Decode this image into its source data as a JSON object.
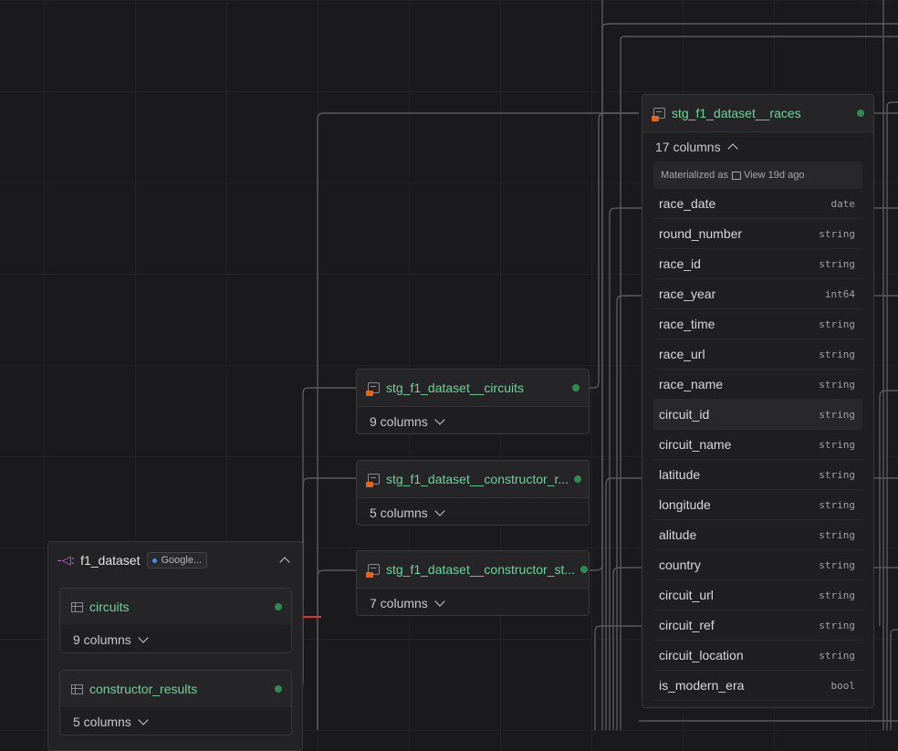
{
  "races": {
    "title": "stg_f1_dataset__races",
    "columns_label": "17 columns",
    "materialized_prefix": "Materialized as",
    "materialized_value": "View 19d ago",
    "columns": [
      {
        "name": "race_date",
        "type": "date"
      },
      {
        "name": "round_number",
        "type": "string"
      },
      {
        "name": "race_id",
        "type": "string"
      },
      {
        "name": "race_year",
        "type": "int64"
      },
      {
        "name": "race_time",
        "type": "string"
      },
      {
        "name": "race_url",
        "type": "string"
      },
      {
        "name": "race_name",
        "type": "string"
      },
      {
        "name": "circuit_id",
        "type": "string"
      },
      {
        "name": "circuit_name",
        "type": "string"
      },
      {
        "name": "latitude",
        "type": "string"
      },
      {
        "name": "longitude",
        "type": "string"
      },
      {
        "name": "alitude",
        "type": "string"
      },
      {
        "name": "country",
        "type": "string"
      },
      {
        "name": "circuit_url",
        "type": "string"
      },
      {
        "name": "circuit_ref",
        "type": "string"
      },
      {
        "name": "circuit_location",
        "type": "string"
      },
      {
        "name": "is_modern_era",
        "type": "bool"
      }
    ]
  },
  "circuits_model": {
    "title": "stg_f1_dataset__circuits",
    "columns_label": "9 columns"
  },
  "constructor_results_model": {
    "title": "stg_f1_dataset__constructor_r...",
    "columns_label": "5 columns"
  },
  "constructor_standings_model": {
    "title": "stg_f1_dataset__constructor_st...",
    "columns_label": "7 columns"
  },
  "source": {
    "title": "f1_dataset",
    "badge": "Google...",
    "tables": [
      {
        "title": "circuits",
        "columns_label": "9 columns"
      },
      {
        "title": "constructor_results",
        "columns_label": "5 columns"
      }
    ]
  },
  "colors": {
    "accent_green": "#6fd39b",
    "status_green": "#2f8a52",
    "edge_red": "#e0341c",
    "source_pink": "#d36bdc"
  }
}
